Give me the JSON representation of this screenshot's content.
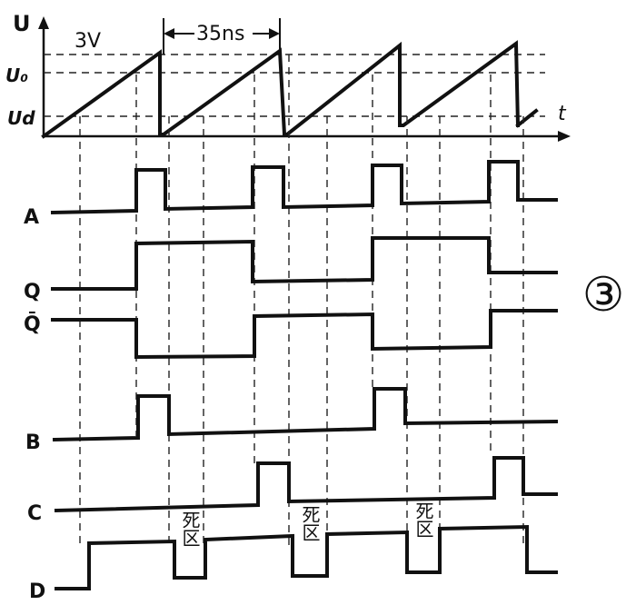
{
  "axes": {
    "u_axis_label": "U",
    "t_axis_label": "t",
    "level_u0_label": "U₀",
    "level_ud_label": "Ud",
    "amplitude_label": "3V",
    "period_label": "35ns"
  },
  "signals": [
    {
      "name": "A",
      "label": "A"
    },
    {
      "name": "Q",
      "label": "Q"
    },
    {
      "name": "Qbar",
      "label": "Q̄"
    },
    {
      "name": "B",
      "label": "B"
    },
    {
      "name": "C",
      "label": "C"
    },
    {
      "name": "D",
      "label": "D"
    }
  ],
  "dead_zone_label": "死区",
  "figure_number": "③",
  "colors": {
    "ink": "#111111",
    "background": "#ffffff"
  }
}
